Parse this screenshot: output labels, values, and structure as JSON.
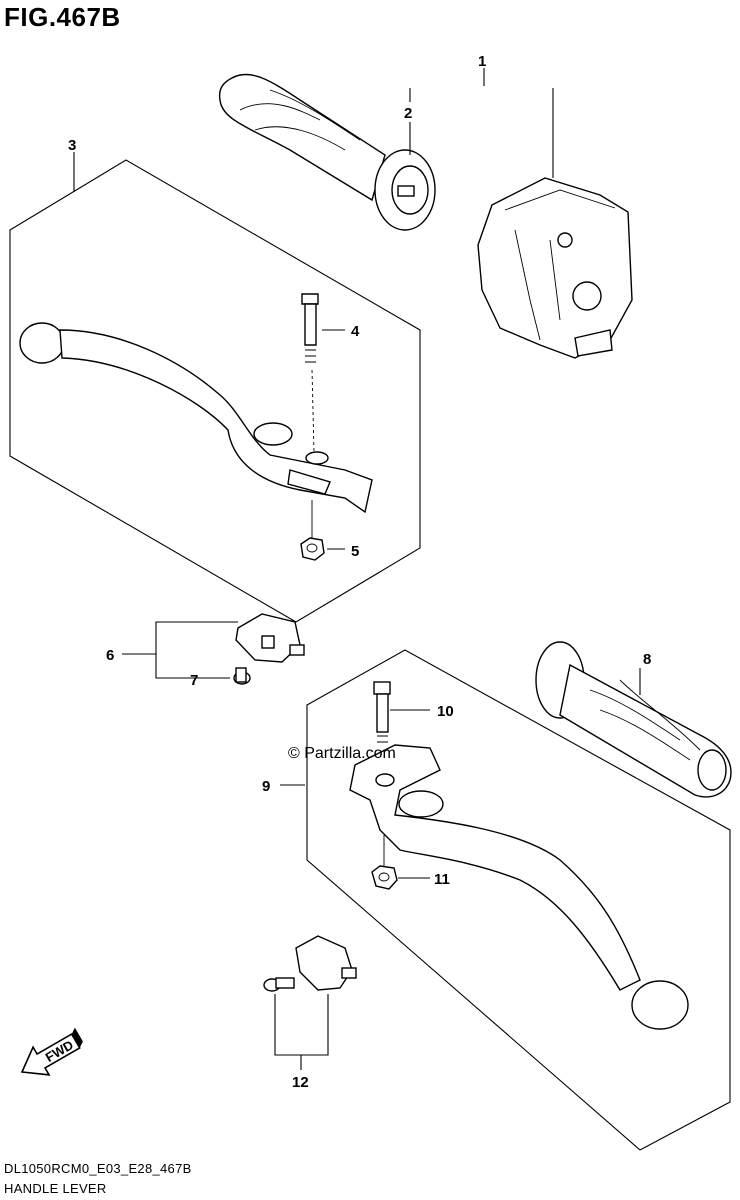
{
  "figure": {
    "title": "FIG.467B",
    "model_code": "DL1050RCM0_E03_E28_467B",
    "name": "HANDLE LEVER",
    "watermark": "© Partzilla.com",
    "fwd_label": "FWD"
  },
  "callouts": [
    "1",
    "2",
    "3",
    "4",
    "5",
    "6",
    "7",
    "8",
    "9",
    "10",
    "11",
    "12"
  ],
  "colors": {
    "line": "#000000",
    "background": "#ffffff"
  }
}
